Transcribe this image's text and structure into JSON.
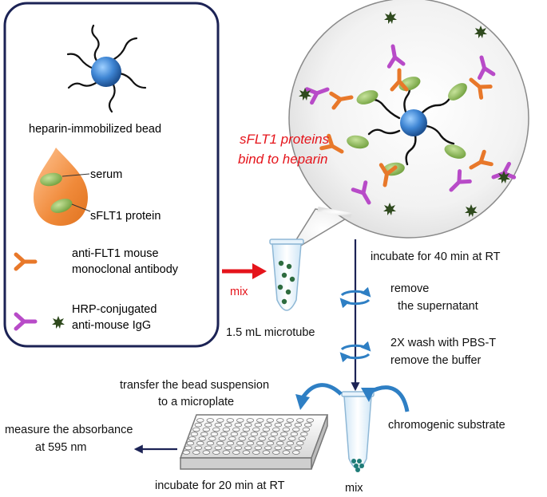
{
  "legend": {
    "bead_label": "heparin-immobilized bead",
    "serum_label": "serum",
    "protein_label": "sFLT1 protein",
    "antibody_label_line1": "anti-FLT1 mouse",
    "antibody_label_line2": "monoclonal antibody",
    "igg_label_line1": "HRP-conjugated",
    "igg_label_line2": "anti-mouse IgG"
  },
  "bubble": {
    "binding_line1": "sFLT1 proteins",
    "binding_line2": "bind to heparin"
  },
  "steps": {
    "mix_label": "mix",
    "microtube_label": "1.5 mL microtube",
    "incubate_40": "incubate for 40 min at RT",
    "remove_line1": "remove",
    "remove_line2": "the supernatant",
    "wash_line1": "2X wash with PBS-T",
    "wash_line2": "remove the buffer",
    "transfer_line1": "transfer the bead suspension",
    "transfer_line2": "to a microplate",
    "chromogenic": "chromogenic substrate",
    "mix_bottom": "mix",
    "measure_line1": "measure the absorbance",
    "measure_line2": "at 595 nm",
    "incubate_20": "incubate for 20 min at RT"
  },
  "colors": {
    "bead": "#3f86d4",
    "legend_border": "#1c2355",
    "antibody": "#e8782a",
    "igg": "#b84bc8",
    "hrp": "#2f4a1e",
    "protein": "#7fb04a",
    "serum": "#f08a3a",
    "arrow_navy": "#1c2355",
    "arrow_red": "#e5141b",
    "spin_arrow": "#2e7fc4"
  }
}
